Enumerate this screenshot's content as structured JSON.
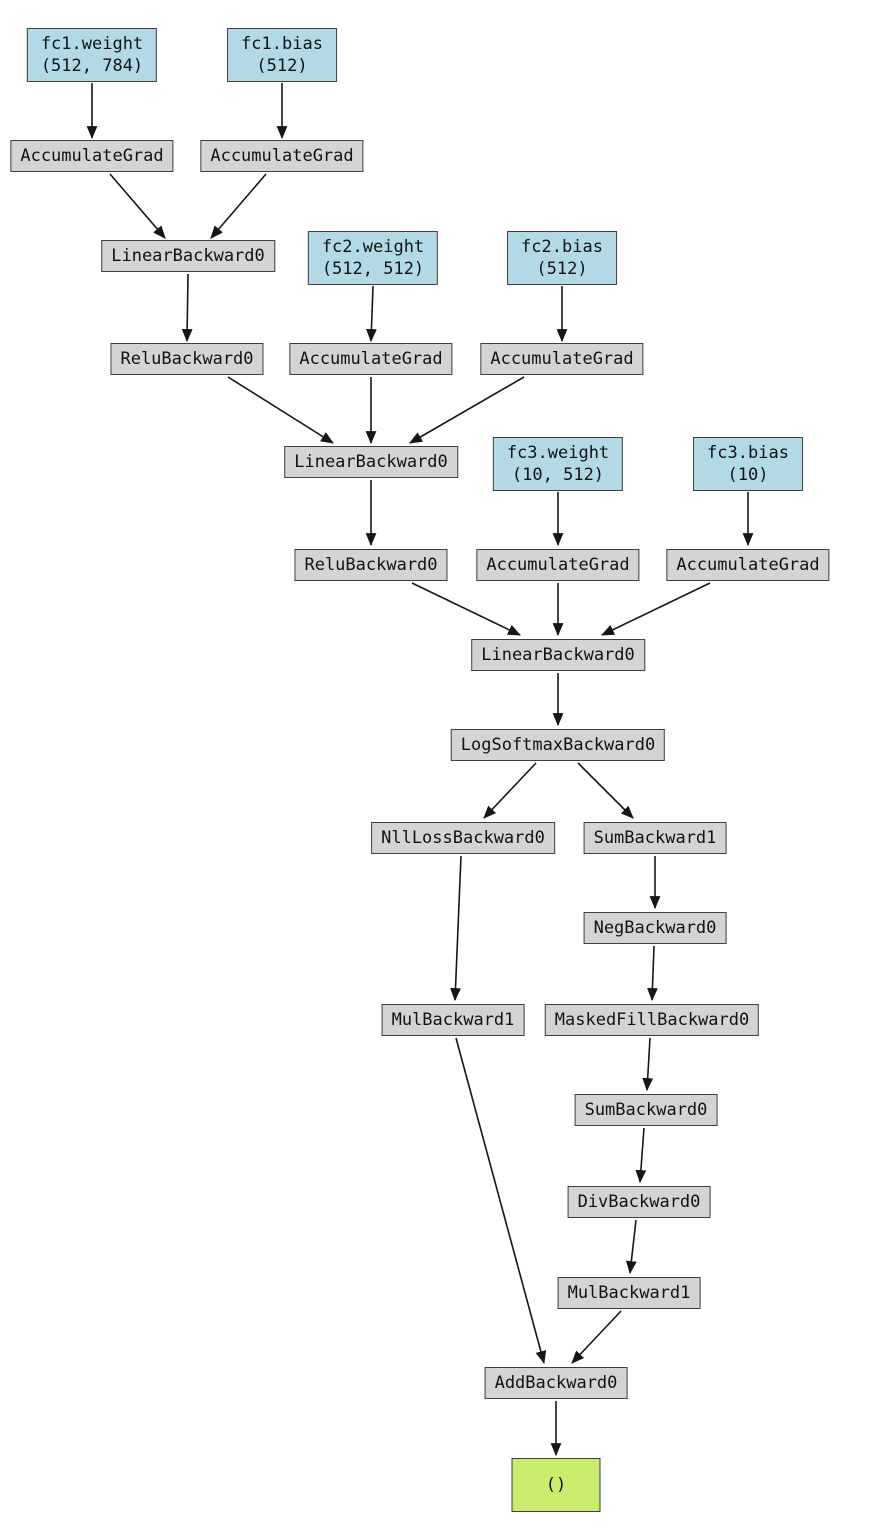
{
  "graph": {
    "description": "PyTorch autograd backward computation graph",
    "colors": {
      "param_fill": "#b3d9e5",
      "op_fill": "#d4d4d4",
      "output_fill": "#c9ee6e",
      "node_border": "#3f3f3f",
      "edge": "#161616",
      "background": "#ffffff",
      "text": "#121212"
    },
    "nodes": [
      {
        "id": "fc1-weight",
        "kind": "param",
        "label": "fc1.weight\n(512, 784)"
      },
      {
        "id": "fc1-bias",
        "kind": "param",
        "label": "fc1.bias\n(512)"
      },
      {
        "id": "accumulategrad-fc1-weight",
        "kind": "op",
        "label": "AccumulateGrad"
      },
      {
        "id": "accumulategrad-fc1-bias",
        "kind": "op",
        "label": "AccumulateGrad"
      },
      {
        "id": "linearbackward0-1",
        "kind": "op",
        "label": "LinearBackward0"
      },
      {
        "id": "fc2-weight",
        "kind": "param",
        "label": "fc2.weight\n(512, 512)"
      },
      {
        "id": "fc2-bias",
        "kind": "param",
        "label": "fc2.bias\n(512)"
      },
      {
        "id": "relubackward0-1",
        "kind": "op",
        "label": "ReluBackward0"
      },
      {
        "id": "accumulategrad-fc2-weight",
        "kind": "op",
        "label": "AccumulateGrad"
      },
      {
        "id": "accumulategrad-fc2-bias",
        "kind": "op",
        "label": "AccumulateGrad"
      },
      {
        "id": "linearbackward0-2",
        "kind": "op",
        "label": "LinearBackward0"
      },
      {
        "id": "fc3-weight",
        "kind": "param",
        "label": "fc3.weight\n(10, 512)"
      },
      {
        "id": "fc3-bias",
        "kind": "param",
        "label": "fc3.bias\n(10)"
      },
      {
        "id": "relubackward0-2",
        "kind": "op",
        "label": "ReluBackward0"
      },
      {
        "id": "accumulategrad-fc3-weight",
        "kind": "op",
        "label": "AccumulateGrad"
      },
      {
        "id": "accumulategrad-fc3-bias",
        "kind": "op",
        "label": "AccumulateGrad"
      },
      {
        "id": "linearbackward0-3",
        "kind": "op",
        "label": "LinearBackward0"
      },
      {
        "id": "logsoftmaxbackward0",
        "kind": "op",
        "label": "LogSoftmaxBackward0"
      },
      {
        "id": "nlllossbackward0",
        "kind": "op",
        "label": "NllLossBackward0"
      },
      {
        "id": "sumbackward1",
        "kind": "op",
        "label": "SumBackward1"
      },
      {
        "id": "negbackward0",
        "kind": "op",
        "label": "NegBackward0"
      },
      {
        "id": "mulbackward1-1",
        "kind": "op",
        "label": "MulBackward1"
      },
      {
        "id": "maskedfillbackward0",
        "kind": "op",
        "label": "MaskedFillBackward0"
      },
      {
        "id": "sumbackward0",
        "kind": "op",
        "label": "SumBackward0"
      },
      {
        "id": "divbackward0",
        "kind": "op",
        "label": "DivBackward0"
      },
      {
        "id": "mulbackward1-2",
        "kind": "op",
        "label": "MulBackward1"
      },
      {
        "id": "addbackward0",
        "kind": "op",
        "label": "AddBackward0"
      },
      {
        "id": "output",
        "kind": "output",
        "label": "()"
      }
    ],
    "edges": [
      [
        "fc1-weight",
        "accumulategrad-fc1-weight"
      ],
      [
        "fc1-bias",
        "accumulategrad-fc1-bias"
      ],
      [
        "accumulategrad-fc1-weight",
        "linearbackward0-1"
      ],
      [
        "accumulategrad-fc1-bias",
        "linearbackward0-1"
      ],
      [
        "linearbackward0-1",
        "relubackward0-1"
      ],
      [
        "fc2-weight",
        "accumulategrad-fc2-weight"
      ],
      [
        "fc2-bias",
        "accumulategrad-fc2-bias"
      ],
      [
        "relubackward0-1",
        "linearbackward0-2"
      ],
      [
        "accumulategrad-fc2-weight",
        "linearbackward0-2"
      ],
      [
        "accumulategrad-fc2-bias",
        "linearbackward0-2"
      ],
      [
        "linearbackward0-2",
        "relubackward0-2"
      ],
      [
        "fc3-weight",
        "accumulategrad-fc3-weight"
      ],
      [
        "fc3-bias",
        "accumulategrad-fc3-bias"
      ],
      [
        "relubackward0-2",
        "linearbackward0-3"
      ],
      [
        "accumulategrad-fc3-weight",
        "linearbackward0-3"
      ],
      [
        "accumulategrad-fc3-bias",
        "linearbackward0-3"
      ],
      [
        "linearbackward0-3",
        "logsoftmaxbackward0"
      ],
      [
        "logsoftmaxbackward0",
        "nlllossbackward0"
      ],
      [
        "logsoftmaxbackward0",
        "sumbackward1"
      ],
      [
        "nlllossbackward0",
        "mulbackward1-1"
      ],
      [
        "sumbackward1",
        "negbackward0"
      ],
      [
        "negbackward0",
        "maskedfillbackward0"
      ],
      [
        "maskedfillbackward0",
        "sumbackward0"
      ],
      [
        "sumbackward0",
        "divbackward0"
      ],
      [
        "divbackward0",
        "mulbackward1-2"
      ],
      [
        "mulbackward1-1",
        "addbackward0"
      ],
      [
        "mulbackward1-2",
        "addbackward0"
      ],
      [
        "addbackward0",
        "output"
      ]
    ]
  }
}
